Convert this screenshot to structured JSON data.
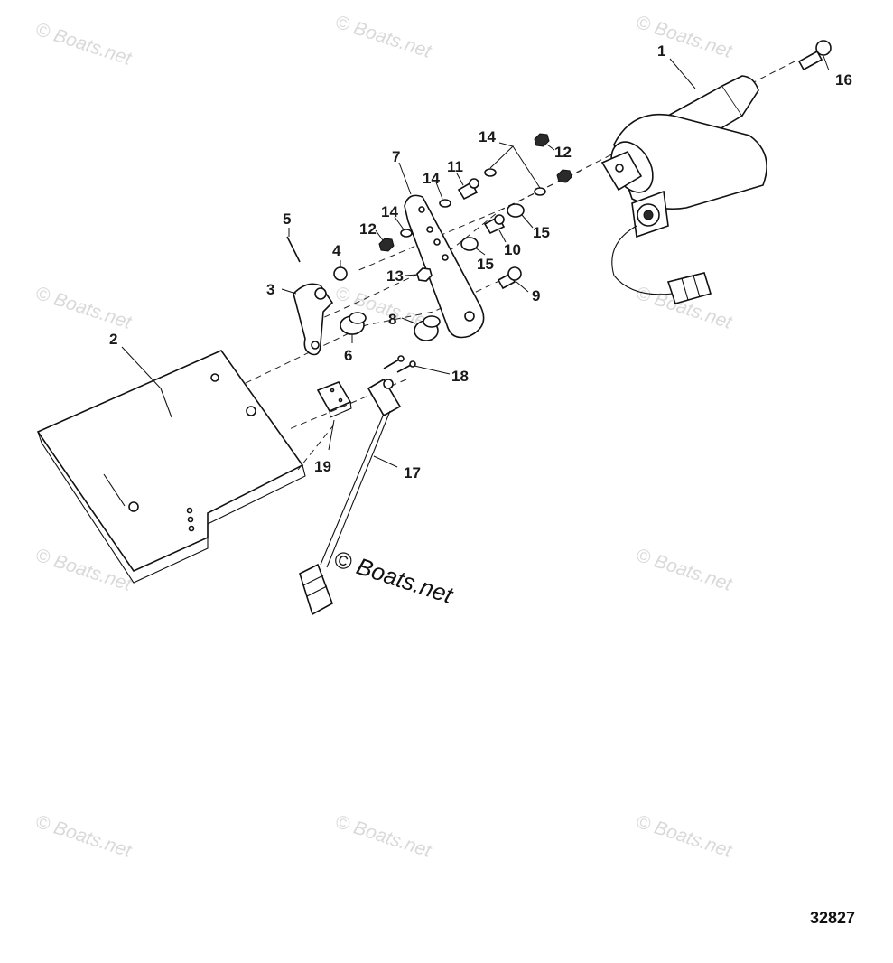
{
  "diagram": {
    "drawing_number": "32827",
    "watermark_text": "© Boats.net",
    "callouts": [
      {
        "id": "1",
        "label": "1"
      },
      {
        "id": "2",
        "label": "2"
      },
      {
        "id": "3",
        "label": "3"
      },
      {
        "id": "4",
        "label": "4"
      },
      {
        "id": "5",
        "label": "5"
      },
      {
        "id": "6",
        "label": "6"
      },
      {
        "id": "7",
        "label": "7"
      },
      {
        "id": "8",
        "label": "8"
      },
      {
        "id": "9",
        "label": "9"
      },
      {
        "id": "10",
        "label": "10"
      },
      {
        "id": "11",
        "label": "11"
      },
      {
        "id": "12a",
        "label": "12"
      },
      {
        "id": "12b",
        "label": "12"
      },
      {
        "id": "13",
        "label": "13"
      },
      {
        "id": "14a",
        "label": "14"
      },
      {
        "id": "14b",
        "label": "14"
      },
      {
        "id": "14c",
        "label": "14"
      },
      {
        "id": "15a",
        "label": "15"
      },
      {
        "id": "15b",
        "label": "15"
      },
      {
        "id": "16",
        "label": "16"
      },
      {
        "id": "17",
        "label": "17"
      },
      {
        "id": "18",
        "label": "18"
      },
      {
        "id": "19",
        "label": "19"
      }
    ]
  },
  "colors": {
    "line": "#111111",
    "watermark": "#d9d9d9",
    "background": "#ffffff"
  }
}
